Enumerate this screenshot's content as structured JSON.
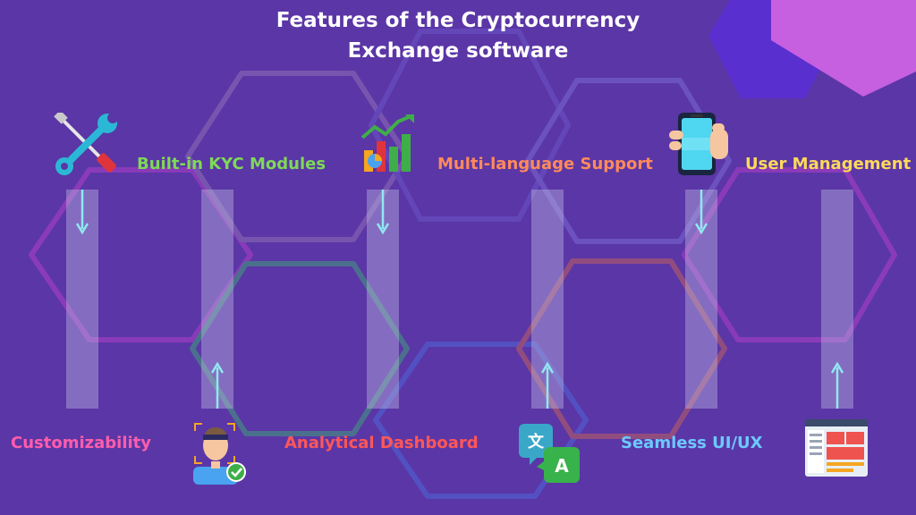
{
  "title": {
    "line1": "Features of the Cryptocurrency",
    "line2": "Exchange software"
  },
  "features": [
    {
      "label": "Built-in KYC Modules",
      "color": "#7ed957",
      "icon": "tools-icon"
    },
    {
      "label": "Multi-language Support",
      "color": "#ff8a5b",
      "icon": "growth-chart-icon"
    },
    {
      "label": "User Management",
      "color": "#ffd95a",
      "icon": "smartphone-hand-icon"
    },
    {
      "label": "Customizability",
      "color": "#ff5dac",
      "icon": "face-verification-icon"
    },
    {
      "label": "Analytical Dashboard",
      "color": "#ff5757",
      "icon": "translate-icon"
    },
    {
      "label": "Seamless UI/UX",
      "color": "#6cc9ff",
      "icon": "web-layout-icon"
    }
  ],
  "colors": {
    "background": "#5b36a6",
    "arrow": "#8fe8f0",
    "corner_hexagon": "#c65fe0"
  }
}
